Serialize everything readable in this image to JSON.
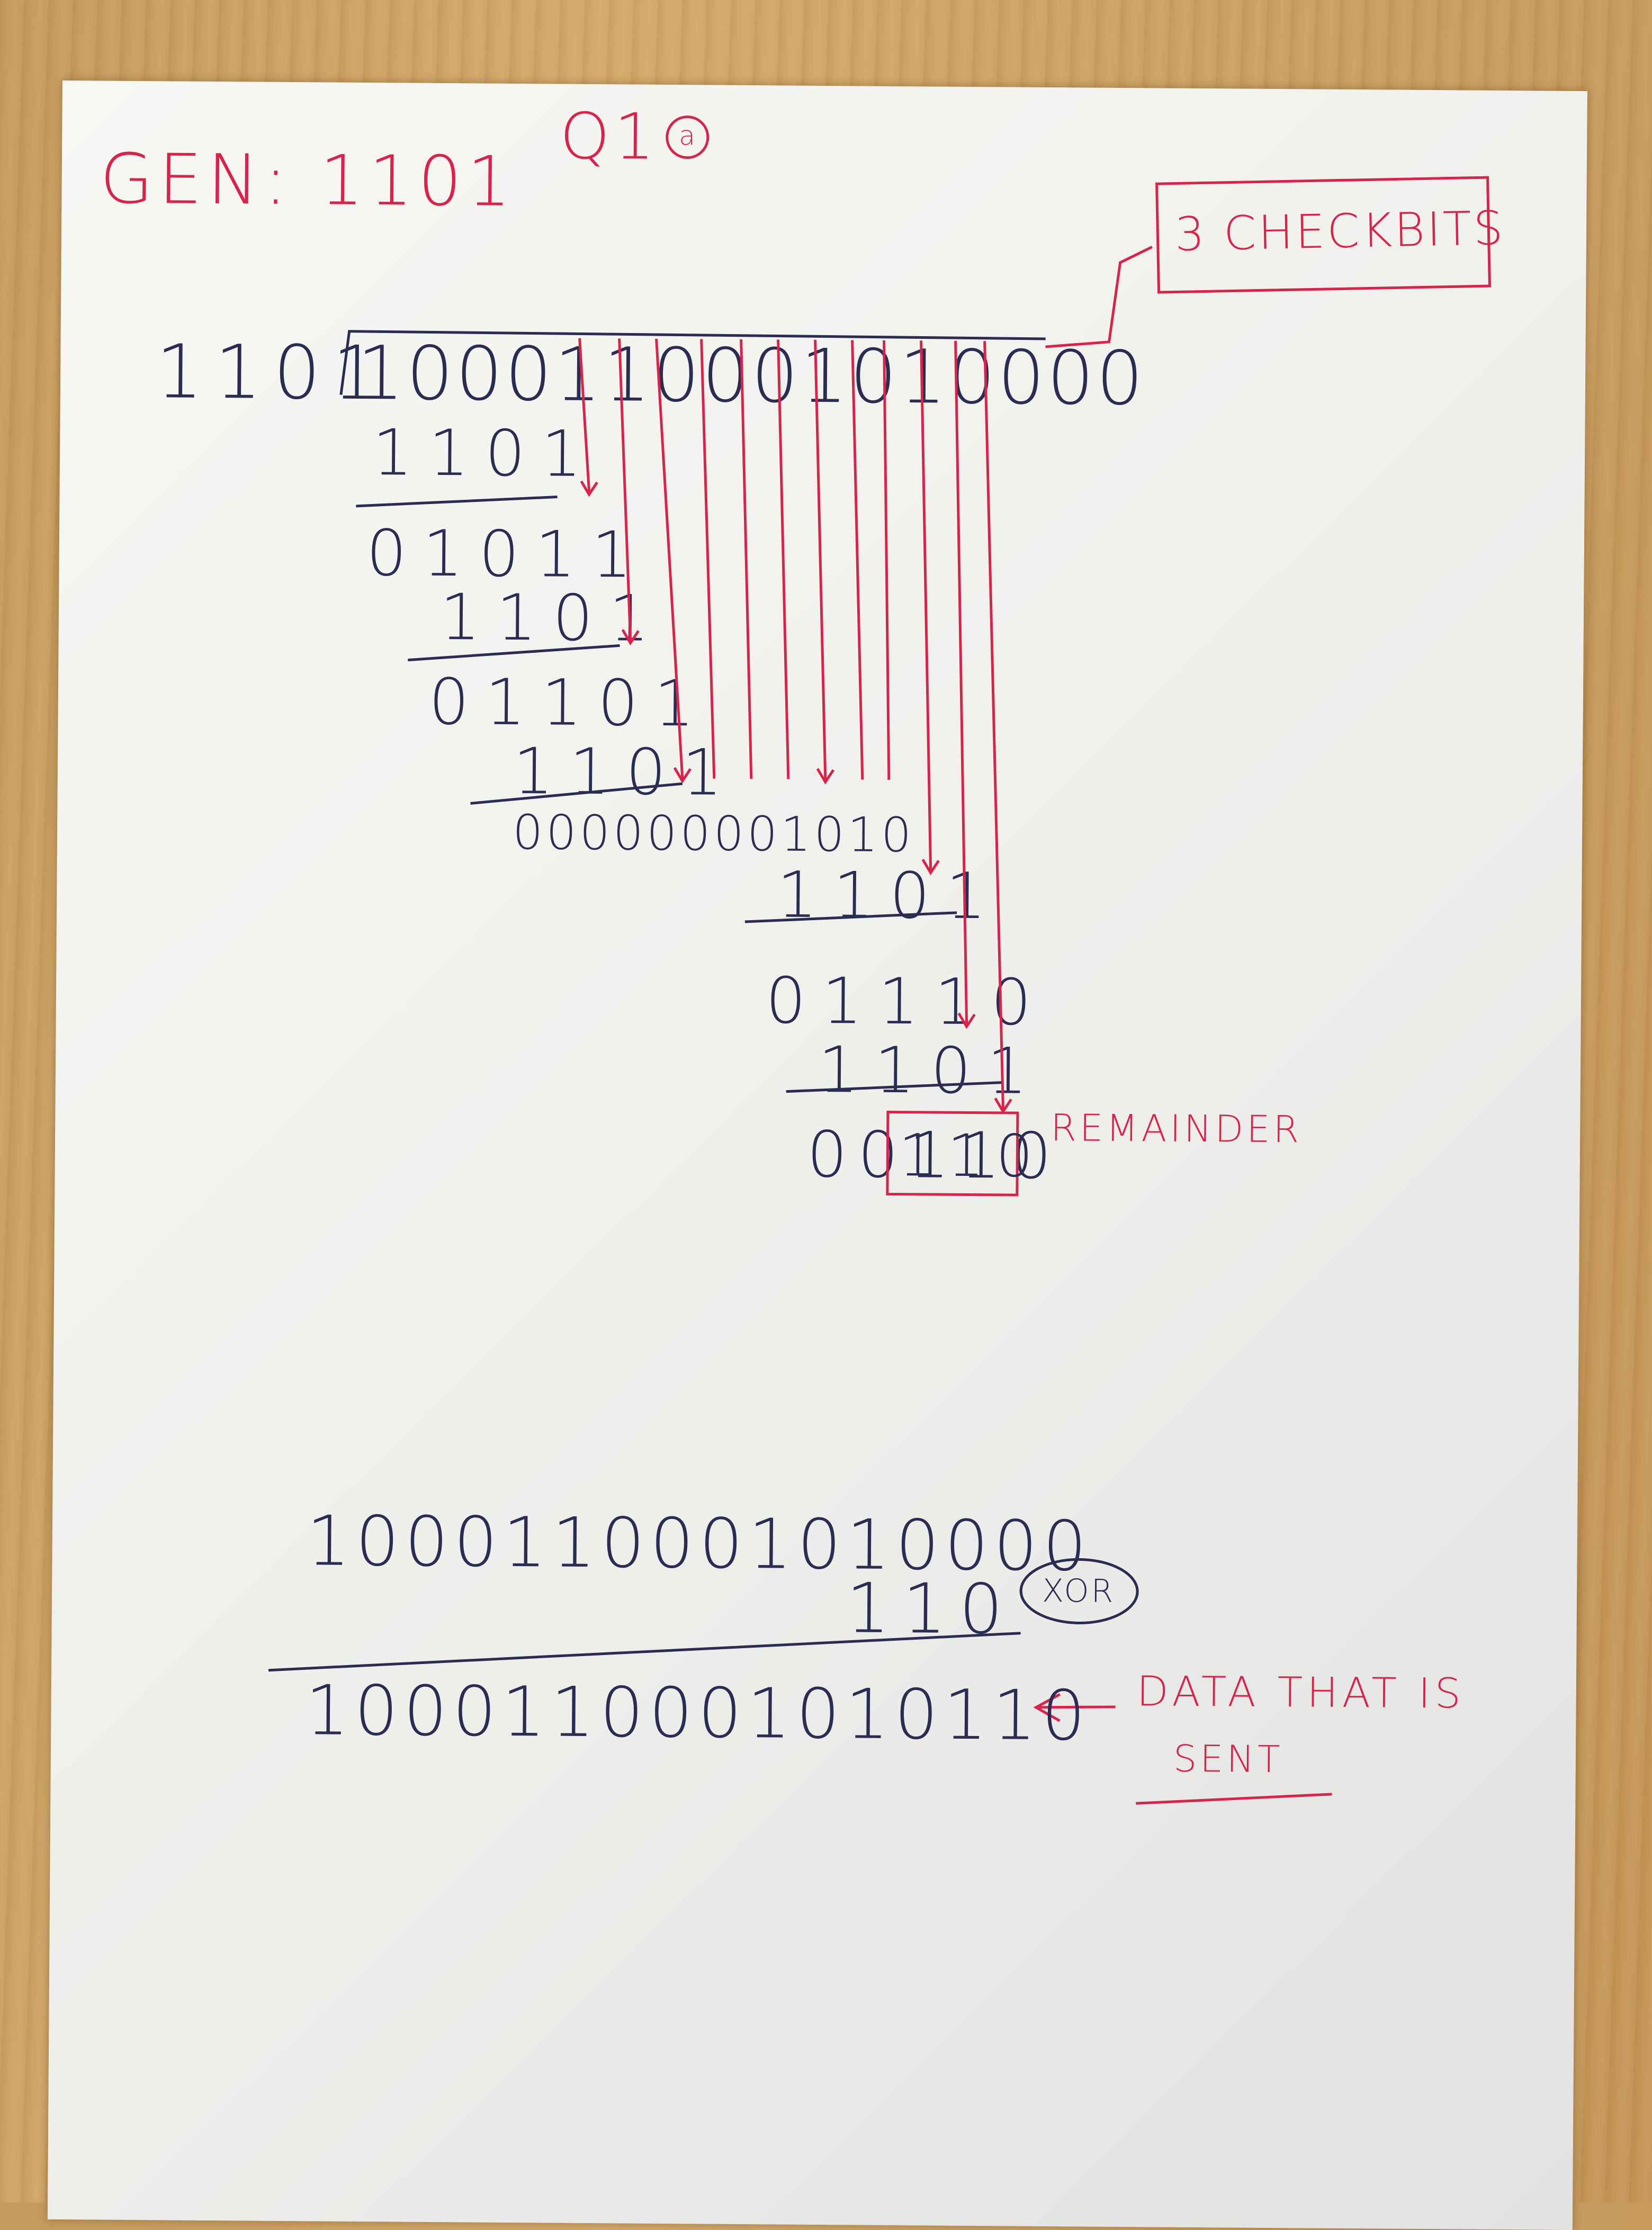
{
  "header": {
    "question": "Q1",
    "part": "a",
    "generator": "GEN: 1101"
  },
  "check_bits_note": "3 CHECKBITS",
  "division": {
    "divisor": "1101",
    "dividend": "1000110001010000",
    "steps": [
      "1101",
      "01011",
      "1101",
      "01101",
      "1101",
      "000000001010",
      "1101",
      "01110",
      "1101",
      "00110"
    ],
    "remainder": "110",
    "remainder_label": "REMAINDER"
  },
  "xor_section": {
    "data_with_zeros": "1000110001010000",
    "remainder": "110",
    "operation": "XOR",
    "result": "1000110001010110",
    "result_note_line1": "DATA THAT IS",
    "result_note_line2": "SENT"
  },
  "colors": {
    "red_ink": "#d8244b",
    "blue_ink": "#2a2c52",
    "paper": "#f3f3f0",
    "desk": "#c9995b"
  }
}
